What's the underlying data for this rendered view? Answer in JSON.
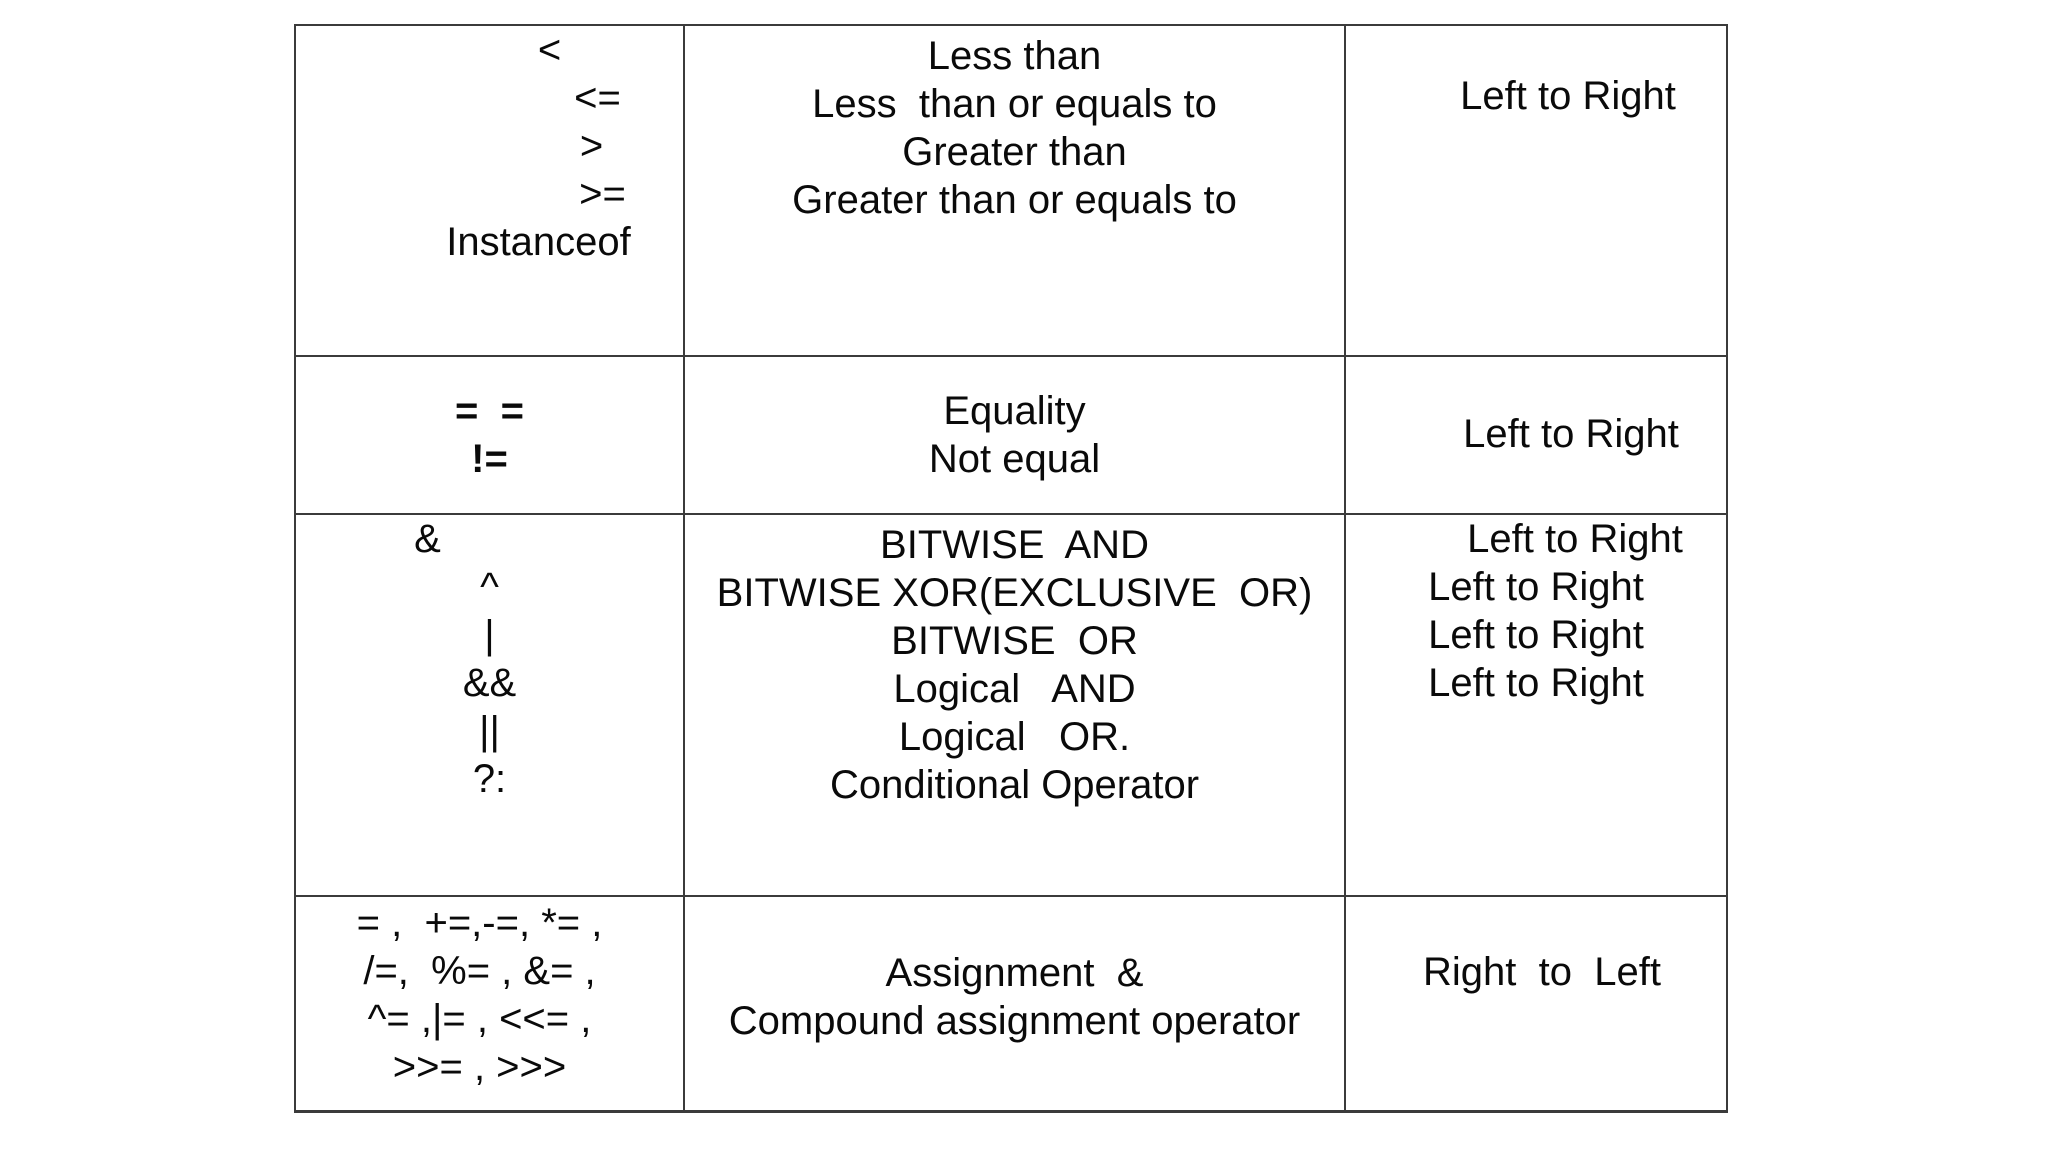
{
  "colors": {
    "background": "#ffffff",
    "text": "#0a0a0a",
    "border": "#3b3b3b"
  },
  "table": {
    "rows": [
      {
        "operators": [
          "<",
          "<=",
          ">",
          ">=",
          "Instanceof"
        ],
        "description": [
          "Less than",
          "Less  than or equals to",
          "Greater than",
          "Greater than or equals to"
        ],
        "associativity": [
          "Left to Right"
        ]
      },
      {
        "operators": [
          "=  =",
          "!="
        ],
        "description": [
          "Equality",
          "Not equal"
        ],
        "associativity": [
          "Left to Right"
        ]
      },
      {
        "operators": [
          "&",
          "^",
          "|",
          "&&",
          "||",
          "?:"
        ],
        "description": [
          "BITWISE  AND",
          "BITWISE XOR(EXCLUSIVE  OR)",
          "BITWISE  OR",
          "Logical   AND",
          "Logical   OR.",
          "Conditional Operator"
        ],
        "associativity": [
          "Left to Right",
          "Left to Right",
          "Left to Right",
          "Left to Right"
        ]
      },
      {
        "operators": [
          "= ,  +=,-=, *= ,",
          "/=,  %= , &= ,",
          "^= ,|= , <<= ,",
          ">>= , >>>"
        ],
        "description": [
          "Assignment  &",
          "Compound assignment operator"
        ],
        "associativity": [
          "Right  to  Left"
        ]
      }
    ]
  }
}
